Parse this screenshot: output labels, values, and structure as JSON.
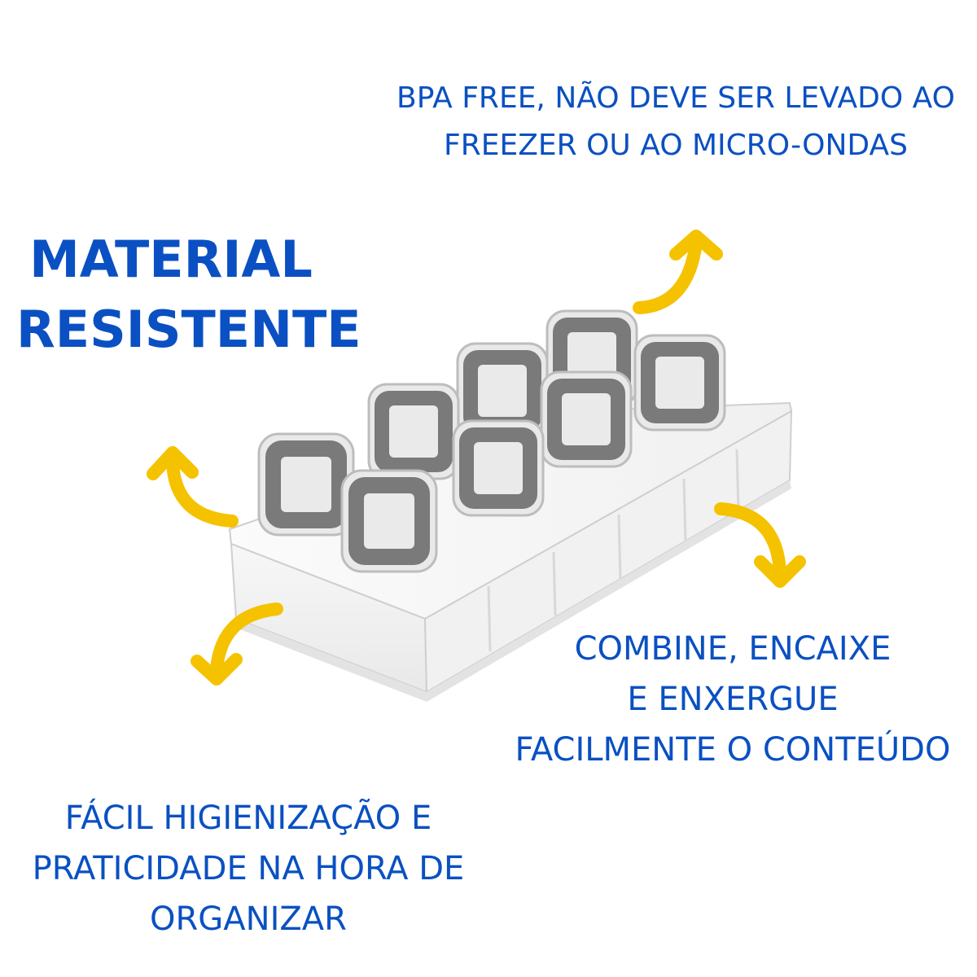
{
  "captions": {
    "bpa": [
      "BPA FREE, NÃO DEVE SER LEVADO AO",
      "FREEZER OU AO MICRO-ONDAS"
    ],
    "material": [
      "MATERIAL",
      "RESISTENTE"
    ],
    "combine": [
      "COMBINE, ENCAIXE",
      "E ENXERGUE",
      "FACILMENTE O CONTEÚDO"
    ],
    "facil": [
      "FÁCIL HIGIENIZAÇÃO E",
      "PRATICIDADE NA HORA DE",
      "ORGANIZAR"
    ]
  },
  "colors": {
    "text": "#0a50c2",
    "arrow": "#f5c200",
    "lid": "#7a7a7a"
  },
  "icons": [
    "arrow-up-right-icon",
    "arrow-up-left-icon",
    "arrow-down-right-icon",
    "arrow-down-left-icon"
  ]
}
